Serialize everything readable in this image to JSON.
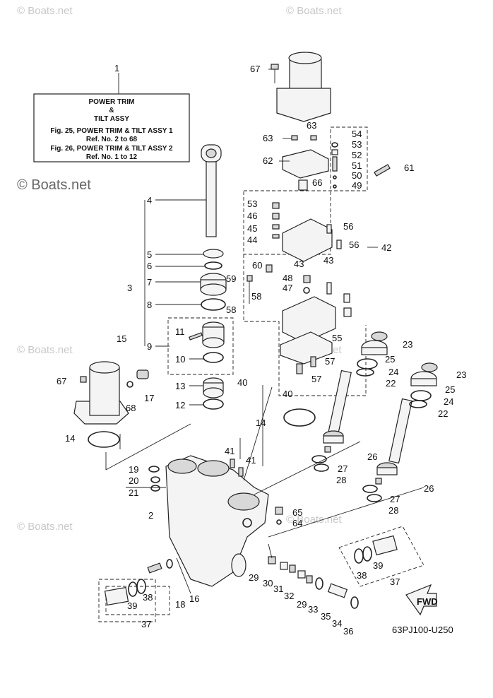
{
  "title_box": {
    "line1": "POWER TRIM",
    "line2": "&",
    "line3": "TILT ASSY",
    "line4": "Fig. 25, POWER TRIM & TILT ASSY 1",
    "line5": "Ref. No. 2 to 68",
    "line6": "Fig. 26, POWER TRIM & TILT ASSY 2",
    "line7": "Ref. No. 1 to 12"
  },
  "watermarks": {
    "top_left": "© Boats.net",
    "top_right": "© Boats.net",
    "big": "© Boats.net",
    "mid_left": "© Boats.net",
    "mid_right": "© Boats.net",
    "low_left": "© Boats.net",
    "low_right": "© Boats.net"
  },
  "diagram_code": "63PJ100-U250",
  "fwd_label": "FWD",
  "callouts": [
    {
      "id": "c1",
      "text": "1"
    },
    {
      "id": "c2",
      "text": "2"
    },
    {
      "id": "c3",
      "text": "3"
    },
    {
      "id": "c4",
      "text": "4"
    },
    {
      "id": "c5",
      "text": "5"
    },
    {
      "id": "c6",
      "text": "6"
    },
    {
      "id": "c7",
      "text": "7"
    },
    {
      "id": "c8",
      "text": "8"
    },
    {
      "id": "c9",
      "text": "9"
    },
    {
      "id": "c10",
      "text": "10"
    },
    {
      "id": "c11",
      "text": "11"
    },
    {
      "id": "c12",
      "text": "12"
    },
    {
      "id": "c13",
      "text": "13"
    },
    {
      "id": "c14a",
      "text": "14"
    },
    {
      "id": "c14b",
      "text": "14"
    },
    {
      "id": "c15",
      "text": "15"
    },
    {
      "id": "c16",
      "text": "16"
    },
    {
      "id": "c17",
      "text": "17"
    },
    {
      "id": "c18",
      "text": "18"
    },
    {
      "id": "c19",
      "text": "19"
    },
    {
      "id": "c20",
      "text": "20"
    },
    {
      "id": "c21",
      "text": "21"
    },
    {
      "id": "c22a",
      "text": "22"
    },
    {
      "id": "c22b",
      "text": "22"
    },
    {
      "id": "c23a",
      "text": "23"
    },
    {
      "id": "c23b",
      "text": "23"
    },
    {
      "id": "c24a",
      "text": "24"
    },
    {
      "id": "c24b",
      "text": "24"
    },
    {
      "id": "c25a",
      "text": "25"
    },
    {
      "id": "c25b",
      "text": "25"
    },
    {
      "id": "c26a",
      "text": "26"
    },
    {
      "id": "c26b",
      "text": "26"
    },
    {
      "id": "c27a",
      "text": "27"
    },
    {
      "id": "c27b",
      "text": "27"
    },
    {
      "id": "c28a",
      "text": "28"
    },
    {
      "id": "c28b",
      "text": "28"
    },
    {
      "id": "c29a",
      "text": "29"
    },
    {
      "id": "c29b",
      "text": "29"
    },
    {
      "id": "c30",
      "text": "30"
    },
    {
      "id": "c31",
      "text": "31"
    },
    {
      "id": "c32",
      "text": "32"
    },
    {
      "id": "c33",
      "text": "33"
    },
    {
      "id": "c34",
      "text": "34"
    },
    {
      "id": "c35",
      "text": "35"
    },
    {
      "id": "c36",
      "text": "36"
    },
    {
      "id": "c37a",
      "text": "37"
    },
    {
      "id": "c37b",
      "text": "37"
    },
    {
      "id": "c38a",
      "text": "38"
    },
    {
      "id": "c38b",
      "text": "38"
    },
    {
      "id": "c39a",
      "text": "39"
    },
    {
      "id": "c39b",
      "text": "39"
    },
    {
      "id": "c40a",
      "text": "40"
    },
    {
      "id": "c40b",
      "text": "40"
    },
    {
      "id": "c41a",
      "text": "41"
    },
    {
      "id": "c41b",
      "text": "41"
    },
    {
      "id": "c42",
      "text": "42"
    },
    {
      "id": "c43a",
      "text": "43"
    },
    {
      "id": "c43b",
      "text": "43"
    },
    {
      "id": "c44",
      "text": "44"
    },
    {
      "id": "c45",
      "text": "45"
    },
    {
      "id": "c46",
      "text": "46"
    },
    {
      "id": "c47",
      "text": "47"
    },
    {
      "id": "c48",
      "text": "48"
    },
    {
      "id": "c49",
      "text": "49"
    },
    {
      "id": "c50",
      "text": "50"
    },
    {
      "id": "c51",
      "text": "51"
    },
    {
      "id": "c52",
      "text": "52"
    },
    {
      "id": "c53a",
      "text": "53"
    },
    {
      "id": "c53b",
      "text": "53"
    },
    {
      "id": "c54",
      "text": "54"
    },
    {
      "id": "c55",
      "text": "55"
    },
    {
      "id": "c56a",
      "text": "56"
    },
    {
      "id": "c56b",
      "text": "56"
    },
    {
      "id": "c57a",
      "text": "57"
    },
    {
      "id": "c57b",
      "text": "57"
    },
    {
      "id": "c58a",
      "text": "58"
    },
    {
      "id": "c58b",
      "text": "58"
    },
    {
      "id": "c59",
      "text": "59"
    },
    {
      "id": "c60",
      "text": "60"
    },
    {
      "id": "c61",
      "text": "61"
    },
    {
      "id": "c62",
      "text": "62"
    },
    {
      "id": "c63a",
      "text": "63"
    },
    {
      "id": "c63b",
      "text": "63"
    },
    {
      "id": "c64",
      "text": "64"
    },
    {
      "id": "c65",
      "text": "65"
    },
    {
      "id": "c66",
      "text": "66"
    },
    {
      "id": "c67a",
      "text": "67"
    },
    {
      "id": "c67b",
      "text": "67"
    },
    {
      "id": "c68",
      "text": "68"
    }
  ]
}
